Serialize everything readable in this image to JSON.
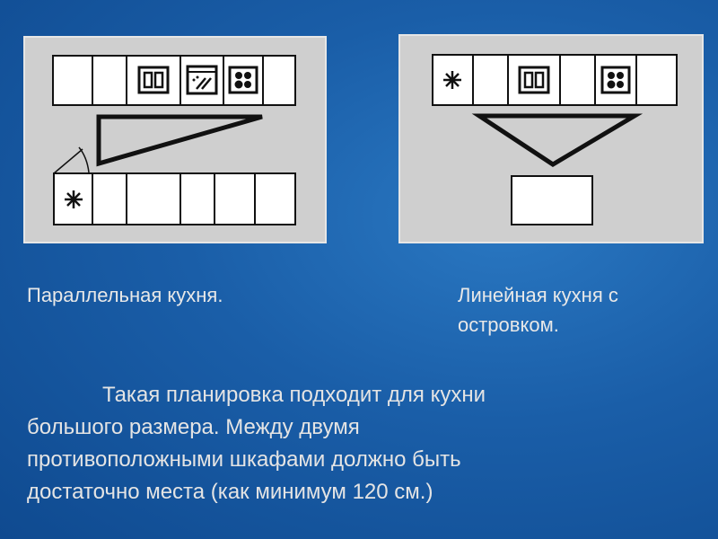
{
  "diagrams": {
    "left": {
      "name": "parallel-kitchen",
      "top_row": [
        "",
        "",
        "oven",
        "dishwasher",
        "cooktop",
        ""
      ],
      "bottom_row": [
        "fridge",
        "",
        "",
        "",
        "",
        ""
      ]
    },
    "right": {
      "name": "linear-kitchen-with-island",
      "top_row": [
        "fridge",
        "",
        "oven",
        "",
        "cooktop",
        ""
      ],
      "island": true
    }
  },
  "captions": {
    "left": "Параллельная кухня.",
    "right_line1": "Линейная кухня с",
    "right_line2": "островком."
  },
  "paragraph": [
    "Такая планировка подходит для кухни",
    "большого размера. Между двумя",
    "противоположными шкафами должно быть",
    "достаточно места (как минимум 120 см.)"
  ]
}
